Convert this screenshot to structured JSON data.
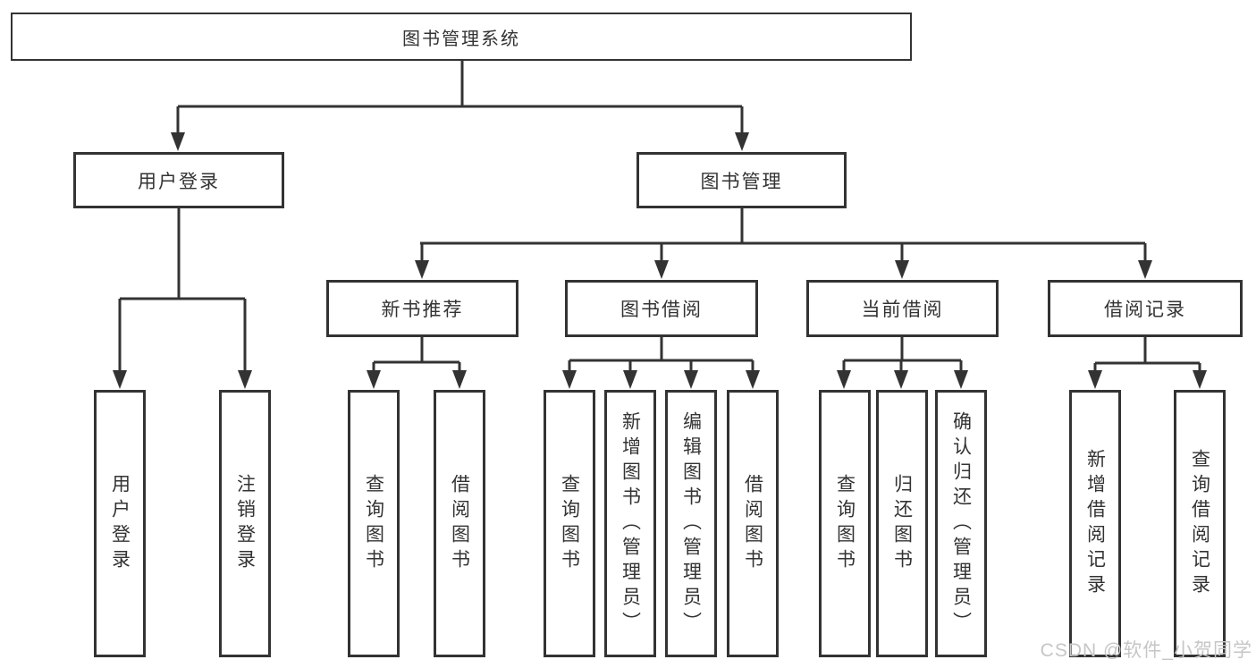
{
  "diagram": {
    "root": {
      "label": "图书管理系统"
    },
    "level2": {
      "user_login": {
        "label": "用户登录"
      },
      "book_management": {
        "label": "图书管理"
      }
    },
    "level3": {
      "new_book_recommend": {
        "label": "新书推荐"
      },
      "book_borrowing": {
        "label": "图书借阅"
      },
      "current_borrowing": {
        "label": "当前借阅"
      },
      "borrowing_records": {
        "label": "借阅记录"
      }
    },
    "leaves": {
      "user_login": {
        "label": "用户登录"
      },
      "logout": {
        "label": "注销登录"
      },
      "query_book_recommend": {
        "label": "查询图书"
      },
      "borrow_book_recommend": {
        "label": "借阅图书"
      },
      "query_book_borrowing": {
        "label": "查询图书"
      },
      "add_book_admin": {
        "label": "新增图书（管理员）"
      },
      "edit_book_admin": {
        "label": "编辑图书（管理员）"
      },
      "borrow_book_borrowing": {
        "label": "借阅图书"
      },
      "query_book_current": {
        "label": "查询图书"
      },
      "return_book": {
        "label": "归还图书"
      },
      "confirm_return_admin": {
        "label": "确认归还（管理员）"
      },
      "add_borrow_record": {
        "label": "新增借阅记录"
      },
      "query_borrow_record": {
        "label": "查询借阅记录"
      }
    },
    "watermark": {
      "label": "CSDN @软件_小贺同学"
    },
    "colors": {
      "line": "#333333",
      "text": "#333333",
      "box_fill": "#ffffff",
      "watermark": "#c6c6c6",
      "background": "#ffffff"
    }
  }
}
